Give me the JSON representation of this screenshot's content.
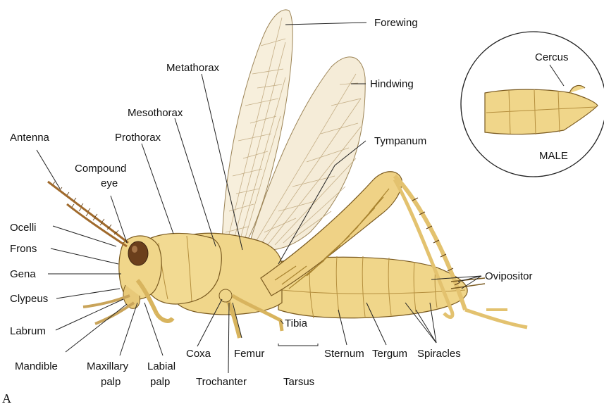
{
  "figure_letter": "A",
  "colors": {
    "body_fill": "#f0d68a",
    "body_shade": "#d9b45f",
    "outline": "#7a5a20",
    "wing_fill": "#f5ecd8",
    "wing_vein": "#b9a27a",
    "eye": "#6b3f1c",
    "label": "#111111"
  },
  "labels": {
    "forewing": "Forewing",
    "hindwing": "Hindwing",
    "metathorax": "Metathorax",
    "mesothorax": "Mesothorax",
    "prothorax": "Prothorax",
    "antenna": "Antenna",
    "compound_eye_1": "Compound",
    "compound_eye_2": "eye",
    "ocelli": "Ocelli",
    "frons": "Frons",
    "gena": "Gena",
    "clypeus": "Clypeus",
    "labrum": "Labrum",
    "mandible": "Mandible",
    "maxillary_palp_1": "Maxillary",
    "maxillary_palp_2": "palp",
    "labial_palp_1": "Labial",
    "labial_palp_2": "palp",
    "coxa": "Coxa",
    "trochanter": "Trochanter",
    "femur": "Femur",
    "tibia": "Tibia",
    "tarsus": "Tarsus",
    "sternum": "Sternum",
    "tergum": "Tergum",
    "spiracles": "Spiracles",
    "ovipositor": "Ovipositor",
    "tympanum": "Tympanum",
    "cercus": "Cercus",
    "male": "MALE"
  }
}
